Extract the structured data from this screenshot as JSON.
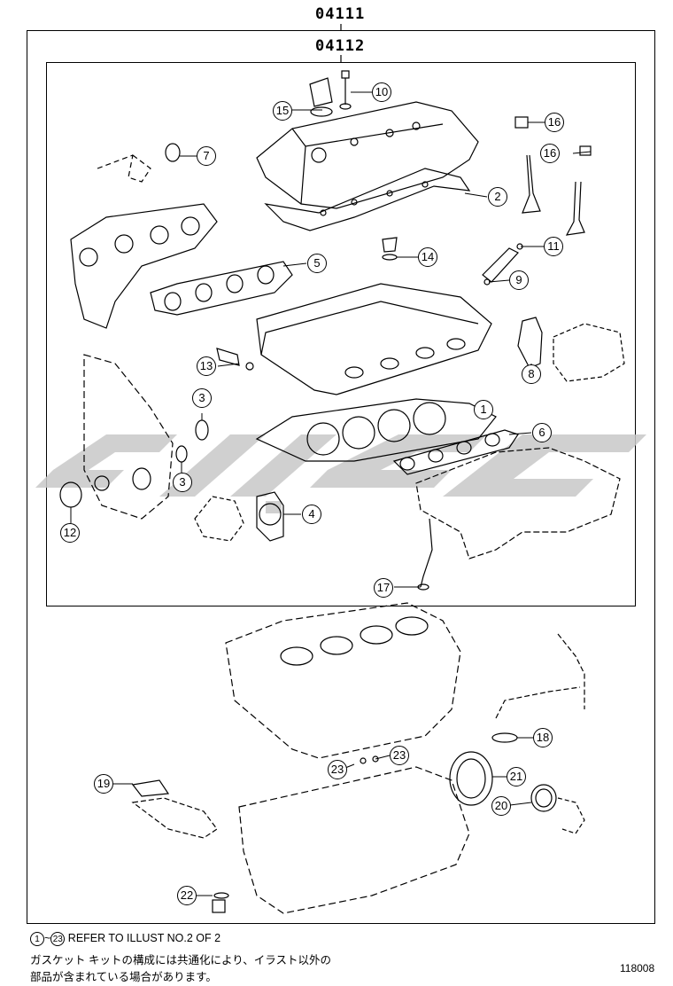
{
  "header": {
    "kit_code": "04111",
    "sub_kit_code": "04112"
  },
  "callouts": [
    {
      "id": "c10",
      "label": "10"
    },
    {
      "id": "c15",
      "label": "15"
    },
    {
      "id": "c7",
      "label": "7"
    },
    {
      "id": "c16a",
      "label": "16"
    },
    {
      "id": "c16b",
      "label": "16"
    },
    {
      "id": "c2",
      "label": "2"
    },
    {
      "id": "c5",
      "label": "5"
    },
    {
      "id": "c14",
      "label": "14"
    },
    {
      "id": "c11",
      "label": "11"
    },
    {
      "id": "c9",
      "label": "9"
    },
    {
      "id": "c13",
      "label": "13"
    },
    {
      "id": "c8",
      "label": "8"
    },
    {
      "id": "c3a",
      "label": "3"
    },
    {
      "id": "c3b",
      "label": "3"
    },
    {
      "id": "c1",
      "label": "1"
    },
    {
      "id": "c6",
      "label": "6"
    },
    {
      "id": "c12",
      "label": "12"
    },
    {
      "id": "c4",
      "label": "4"
    },
    {
      "id": "c17",
      "label": "17"
    },
    {
      "id": "c18",
      "label": "18"
    },
    {
      "id": "c23a",
      "label": "23"
    },
    {
      "id": "c23b",
      "label": "23"
    },
    {
      "id": "c21",
      "label": "21"
    },
    {
      "id": "c19",
      "label": "19"
    },
    {
      "id": "c20",
      "label": "20"
    },
    {
      "id": "c22",
      "label": "22"
    }
  ],
  "notes": {
    "range_start": "1",
    "range_sep": "~",
    "range_end": "23",
    "refer_text": "REFER TO ILLUST NO.2 OF 2",
    "jp_line1": "ガスケット キットの構成には共通化により、イラスト以外の",
    "jp_line2": "部品が含まれている場合があります。"
  },
  "figure_number": "118008",
  "colors": {
    "line": "#000000",
    "watermark": "#c8c8c8",
    "background": "#ffffff"
  }
}
